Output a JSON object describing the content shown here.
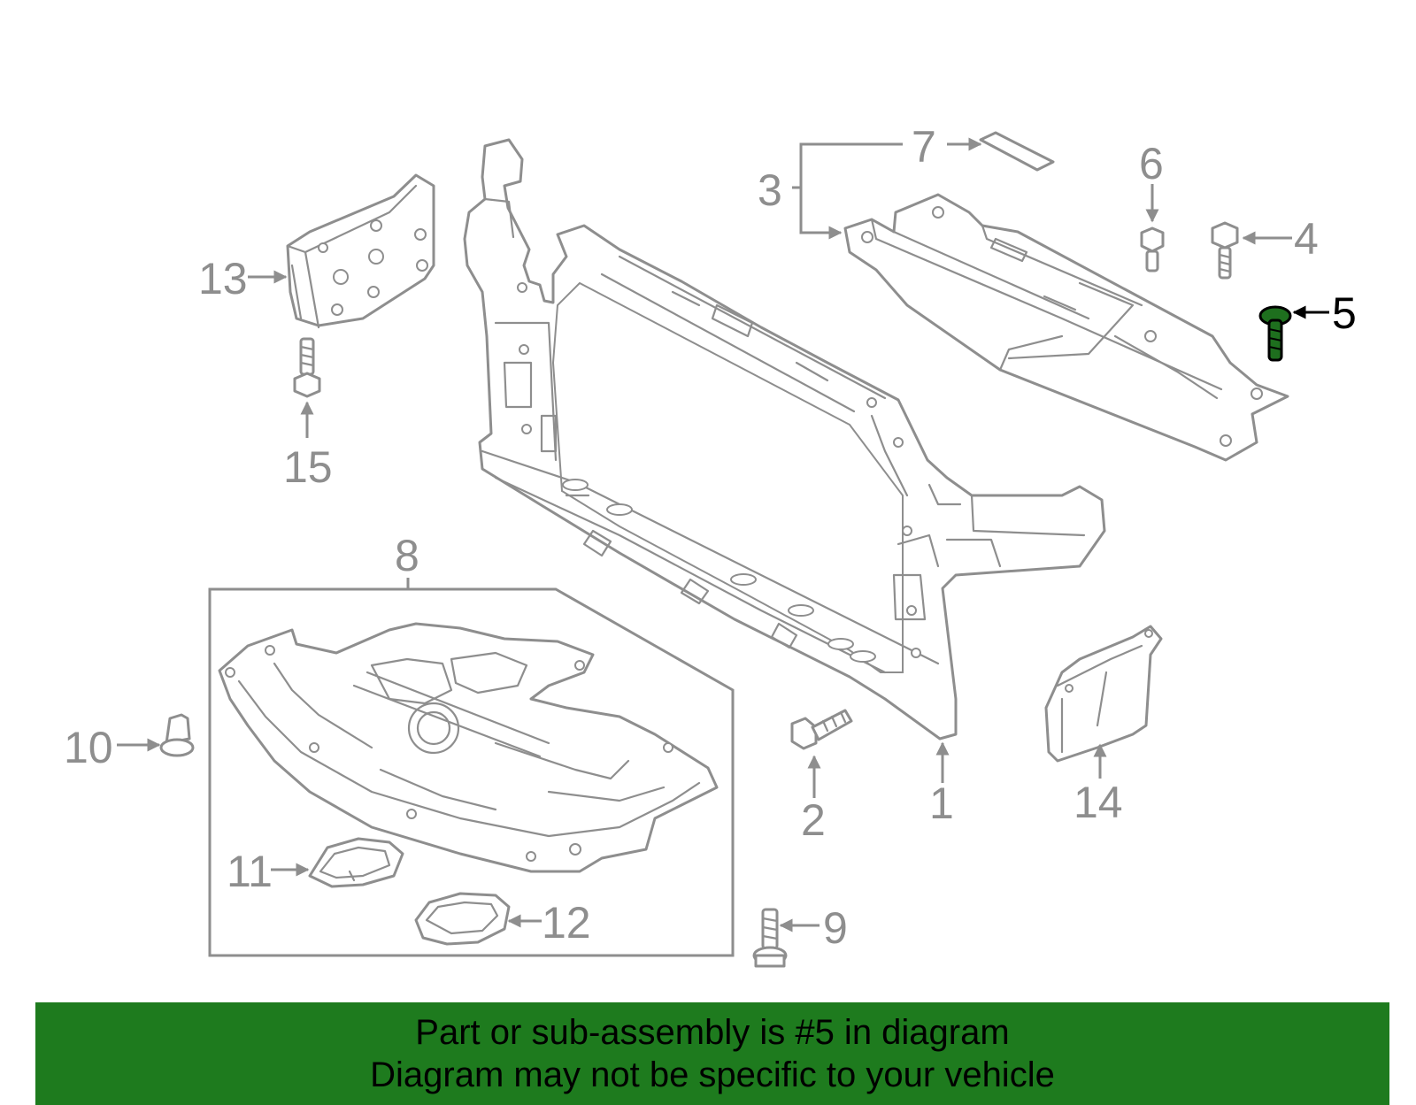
{
  "callouts": [
    {
      "id": "1",
      "label": "1"
    },
    {
      "id": "2",
      "label": "2"
    },
    {
      "id": "3",
      "label": "3"
    },
    {
      "id": "4",
      "label": "4"
    },
    {
      "id": "5",
      "label": "5",
      "highlighted": true
    },
    {
      "id": "6",
      "label": "6"
    },
    {
      "id": "7",
      "label": "7"
    },
    {
      "id": "8",
      "label": "8"
    },
    {
      "id": "9",
      "label": "9"
    },
    {
      "id": "10",
      "label": "10"
    },
    {
      "id": "11",
      "label": "11"
    },
    {
      "id": "12",
      "label": "12"
    },
    {
      "id": "13",
      "label": "13"
    },
    {
      "id": "14",
      "label": "14"
    },
    {
      "id": "15",
      "label": "15"
    }
  ],
  "banner": {
    "line1": "Part or sub-assembly is #5 in diagram",
    "line2": "Diagram may not be specific to your vehicle"
  },
  "colors": {
    "line": "#8e8e8e",
    "highlight_part": "#1e6f1e",
    "banner_bg": "#1e7b1e",
    "banner_text": "#000000"
  }
}
